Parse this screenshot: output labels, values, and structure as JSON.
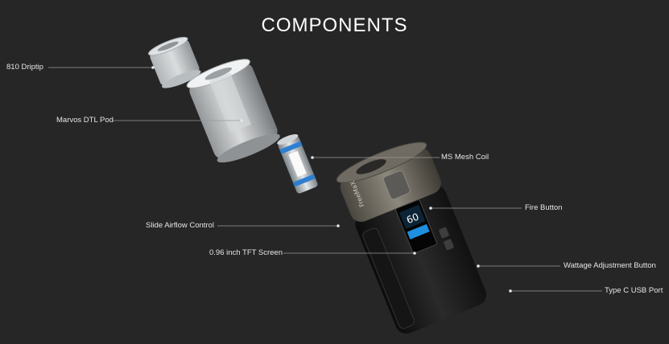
{
  "title": "COMPONENTS",
  "parts": [
    {
      "id": "driptip",
      "label": "810 Driptip"
    },
    {
      "id": "pod",
      "label": "Marvos DTL Pod"
    },
    {
      "id": "coil",
      "label": "MS Mesh Coil"
    },
    {
      "id": "fire",
      "label": "Fire Button"
    },
    {
      "id": "airflow",
      "label": "Slide Airflow Control"
    },
    {
      "id": "screen",
      "label": "0.96 inch TFT Screen"
    },
    {
      "id": "wattage",
      "label": "Wattage Adjustment Button"
    },
    {
      "id": "usb",
      "label": "Type C USB Port"
    }
  ],
  "device": {
    "brand": "FreeMaX",
    "screen_value": "60"
  },
  "colors": {
    "background": "#262626",
    "leader_line": "#9a9a9a",
    "label_text": "#e6e6e6",
    "accent_blue": "#1e8fe0"
  }
}
